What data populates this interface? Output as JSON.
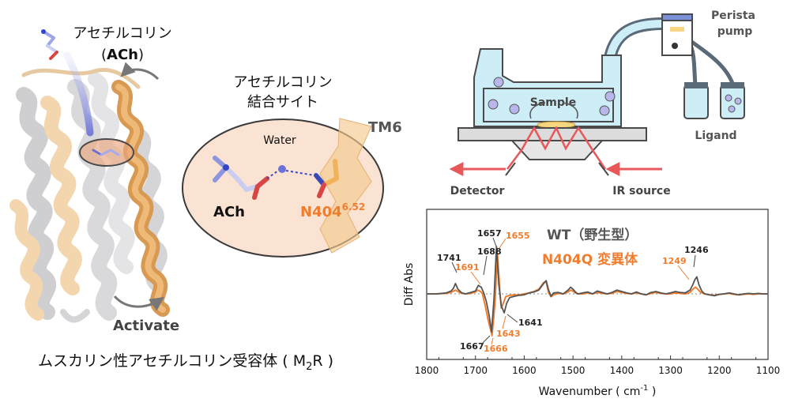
{
  "left_panel": {
    "ach_label_jp": "アセチルコリン",
    "ach_label_open": "(",
    "ach_label_abbr": "ACh",
    "ach_label_close": ")",
    "activate_label": "Activate",
    "caption_main": "ムスカリン性アセチルコリン受容体 ( M",
    "caption_sub": "2",
    "caption_end": "R )"
  },
  "binding_site": {
    "title_line1": "アセチルコリン",
    "title_line2": "結合サイト",
    "water_label": "Water",
    "ach_label": "ACh",
    "residue_label": "N404",
    "residue_superscript": "6.52",
    "tm6_label": "TM6",
    "colors": {
      "ellipse_fill": "#fbe3d3",
      "residue": "#f07d2e",
      "helix": "#f3c98f"
    }
  },
  "apparatus": {
    "sample_label": "Sample",
    "detector_label": "Detector",
    "ir_source_label": "IR source",
    "pump_label_line1": "Perista",
    "pump_label_line2": "pump",
    "ligand_label": "Ligand",
    "colors": {
      "liquid": "#cdeef6",
      "beam": "#e8585a",
      "bubble": "#b9b6ec"
    }
  },
  "chart_data": {
    "type": "line",
    "xlabel": "Wavenumber ( cm",
    "xlabel_sup": "-1",
    "xlabel_end": " )",
    "ylabel": "Diff Abs",
    "xlim": [
      1800,
      1100
    ],
    "x_reversed": true,
    "ticks": [
      "1800",
      "1700",
      "1600",
      "1500",
      "1400",
      "1300",
      "1200",
      "1100"
    ],
    "legend": [
      {
        "name": "WT（野生型）",
        "color": "#555555"
      },
      {
        "name": "N404Q 変異体",
        "color": "#f07d2e"
      }
    ],
    "annotations_wt": [
      "1741",
      "1688",
      "1657",
      "1641",
      "1667",
      "1246"
    ],
    "annotations_mut": [
      "1691",
      "1655",
      "1643",
      "1666",
      "1249"
    ],
    "series": [
      {
        "name": "WT（野生型）",
        "color": "#555555",
        "x": [
          1800,
          1780,
          1760,
          1750,
          1745,
          1741,
          1736,
          1728,
          1720,
          1710,
          1700,
          1694,
          1688,
          1683,
          1678,
          1672,
          1667,
          1662,
          1657,
          1652,
          1647,
          1641,
          1636,
          1630,
          1620,
          1610,
          1600,
          1590,
          1580,
          1570,
          1560,
          1555,
          1550,
          1545,
          1540,
          1530,
          1520,
          1510,
          1505,
          1500,
          1495,
          1490,
          1480,
          1470,
          1460,
          1450,
          1440,
          1430,
          1420,
          1410,
          1400,
          1390,
          1380,
          1370,
          1360,
          1350,
          1340,
          1330,
          1320,
          1310,
          1300,
          1290,
          1280,
          1270,
          1260,
          1254,
          1250,
          1246,
          1242,
          1236,
          1230,
          1220,
          1210,
          1200,
          1190,
          1180,
          1170,
          1160,
          1150,
          1140,
          1130,
          1120,
          1110,
          1100
        ],
        "y": [
          0,
          0,
          0.02,
          0.06,
          0.12,
          0.22,
          0.1,
          0.02,
          0.0,
          0.03,
          0.06,
          0.18,
          0.14,
          0.02,
          -0.15,
          -0.45,
          -0.8,
          -0.1,
          1.0,
          0.2,
          -0.25,
          -0.4,
          -0.2,
          -0.08,
          -0.05,
          -0.03,
          -0.02,
          0.02,
          0.04,
          0.08,
          0.22,
          0.28,
          0.08,
          -0.05,
          0.02,
          0.03,
          0.0,
          0.08,
          0.14,
          0.1,
          0.04,
          0.0,
          0.02,
          0.04,
          0.0,
          0.06,
          0.03,
          0.0,
          0.03,
          0.08,
          0.05,
          0.02,
          0.0,
          0.04,
          0.0,
          -0.02,
          0.03,
          0.05,
          0.02,
          0.0,
          0.02,
          0.05,
          0.03,
          0.02,
          0.08,
          0.2,
          0.3,
          0.36,
          0.2,
          0.06,
          0.0,
          -0.02,
          -0.04,
          -0.01,
          0.0,
          0.02,
          0.0,
          -0.02,
          0.0,
          0.01,
          0.0,
          0.01,
          0.0,
          0.0
        ]
      },
      {
        "name": "N404Q 変異体",
        "color": "#f07d2e",
        "x": [
          1800,
          1780,
          1760,
          1750,
          1745,
          1741,
          1736,
          1728,
          1720,
          1710,
          1700,
          1696,
          1691,
          1686,
          1680,
          1674,
          1666,
          1660,
          1655,
          1650,
          1647,
          1643,
          1638,
          1630,
          1620,
          1610,
          1600,
          1590,
          1580,
          1570,
          1560,
          1555,
          1550,
          1545,
          1540,
          1530,
          1520,
          1510,
          1505,
          1500,
          1495,
          1490,
          1480,
          1470,
          1460,
          1450,
          1440,
          1430,
          1420,
          1410,
          1400,
          1390,
          1380,
          1370,
          1360,
          1350,
          1340,
          1330,
          1320,
          1310,
          1300,
          1290,
          1280,
          1270,
          1260,
          1254,
          1249,
          1244,
          1238,
          1230,
          1220,
          1210,
          1200,
          1190,
          1180,
          1170,
          1160,
          1150,
          1140,
          1130,
          1120,
          1110,
          1100
        ],
        "y": [
          0,
          0,
          0.01,
          0.03,
          0.06,
          0.08,
          0.05,
          0.01,
          0.0,
          0.01,
          0.04,
          0.08,
          0.06,
          0.01,
          -0.25,
          -0.55,
          -0.88,
          -0.2,
          0.85,
          0.05,
          -0.3,
          -0.2,
          -0.06,
          -0.03,
          -0.02,
          -0.02,
          0.0,
          0.02,
          0.05,
          0.1,
          0.24,
          0.26,
          0.02,
          -0.06,
          -0.02,
          0.01,
          0.0,
          0.04,
          0.08,
          0.06,
          0.02,
          0.0,
          0.0,
          0.02,
          0.0,
          0.03,
          0.01,
          0.0,
          0.01,
          0.05,
          0.03,
          0.01,
          0.0,
          0.02,
          0.0,
          -0.02,
          0.01,
          0.03,
          0.01,
          0.0,
          0.0,
          0.02,
          0.01,
          0.0,
          0.03,
          0.1,
          0.14,
          0.1,
          0.03,
          0.0,
          -0.02,
          -0.03,
          -0.01,
          0.0,
          0.01,
          -0.01,
          -0.02,
          -0.01,
          0.0,
          -0.01,
          0.0,
          0.0,
          0.0
        ]
      }
    ]
  }
}
